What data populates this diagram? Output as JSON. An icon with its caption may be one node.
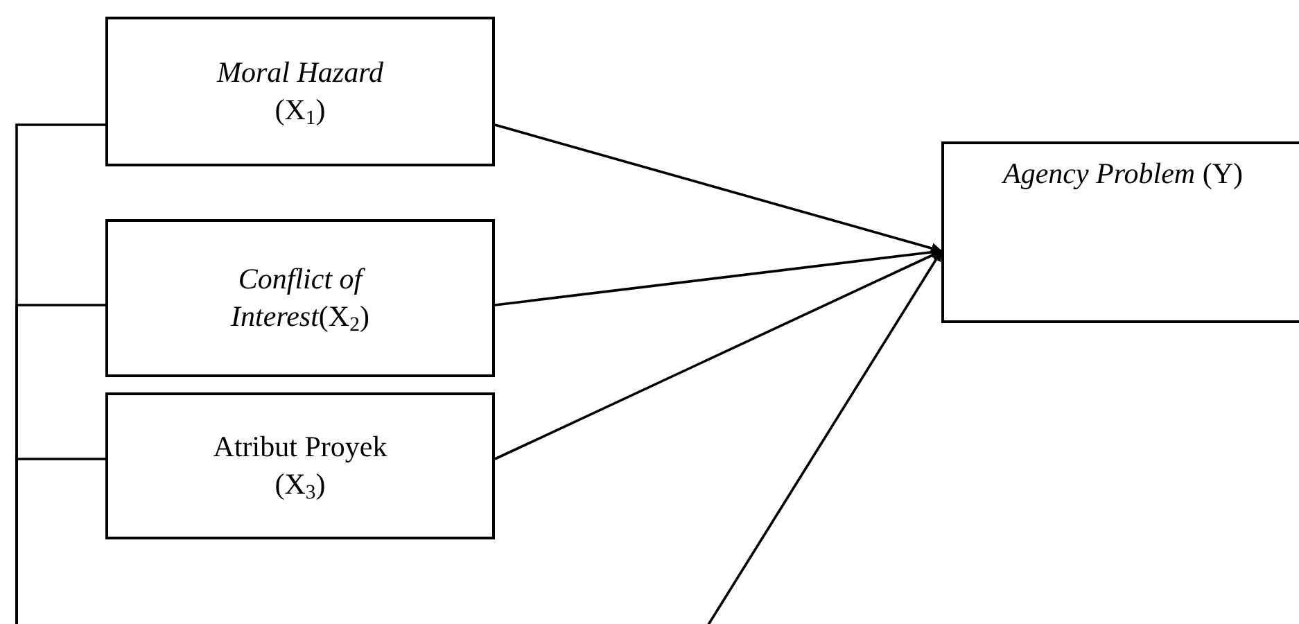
{
  "diagram": {
    "nodes": [
      {
        "text": [
          "*Moral Hazard* (X$_{1}$)"
        ]
      },
      {
        "text": [
          "*Conflict of Interest*(X$_{2}$)"
        ]
      },
      {
        "text": [
          "Atribut Proyek (X$_{3}$)"
        ]
      },
      {
        "text": [
          "*Agency Problem* (Y)"
        ]
      }
    ],
    "edges": [
      {
        "from": 0,
        "to": 3,
        "arrow": "to"
      },
      {
        "from": 1,
        "to": 3,
        "arrow": "to"
      },
      {
        "from": 2,
        "to": 3,
        "arrow": "to"
      },
      {
        "from": null,
        "to": 3,
        "arrow": "to"
      },
      {
        "from": 0,
        "to": null,
        "arrow": "none"
      },
      {
        "from": 1,
        "to": null,
        "arrow": "none"
      },
      {
        "from": 2,
        "to": null,
        "arrow": "none"
      }
    ]
  }
}
